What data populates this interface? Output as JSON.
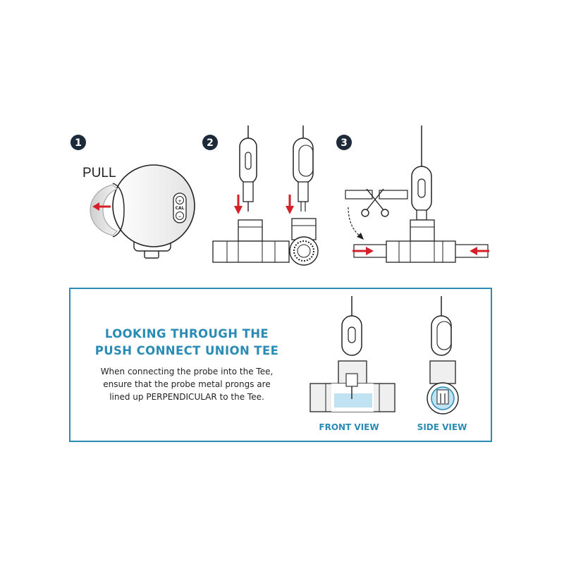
{
  "steps": [
    {
      "number": "1",
      "label": "PULL",
      "cal_label": "CAL",
      "plus_symbol": "+",
      "minus_symbol": "−"
    },
    {
      "number": "2"
    },
    {
      "number": "3"
    }
  ],
  "info": {
    "title_lines": [
      "LOOKING THROUGH THE",
      "PUSH CONNECT UNION TEE"
    ],
    "body_lines": [
      "When connecting the probe into the Tee,",
      "ensure that the probe metal prongs are",
      "lined up PERPENDICULAR to the Tee."
    ],
    "front_view_label": "FRONT VIEW",
    "side_view_label": "SIDE VIEW"
  },
  "colors": {
    "accent_blue": "#2a8bb5",
    "arrow_red": "#d62027",
    "badge_dark": "#1d2a3a",
    "water_blue": "#bfe3f2"
  },
  "icons": [
    "step-number-badge",
    "pull-arrow-icon",
    "down-arrow-icon",
    "scissors-icon",
    "push-arrow-icon",
    "curved-arrow-icon"
  ]
}
